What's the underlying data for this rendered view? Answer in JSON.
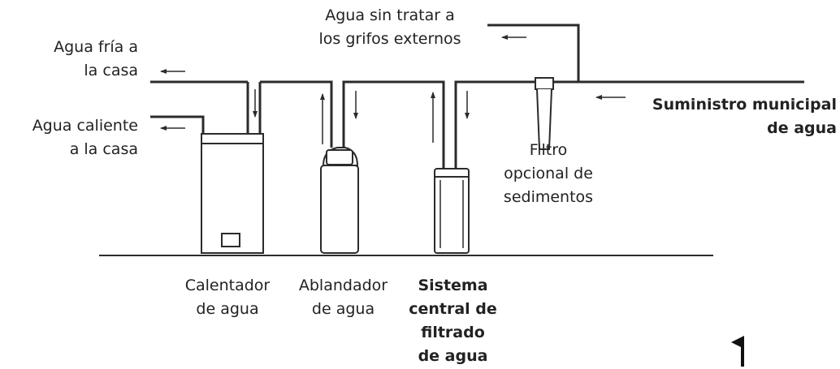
{
  "labels": {
    "cold_water_line1": "Agua fría a",
    "cold_water_line2": "la casa",
    "hot_water_line1": "Agua caliente",
    "hot_water_line2": "a la casa",
    "untreated_line1": "Agua sin tratar a",
    "untreated_line2": "los grifos externos",
    "municipal_line1": "Suministro municipal",
    "municipal_line2": "de agua",
    "sediment_line1": "Filtro",
    "sediment_line2": "opcional de",
    "sediment_line3": "sedimentos",
    "heater_line1": "Calentador",
    "heater_line2": "de agua",
    "softener_line1": "Ablandador",
    "softener_line2": "de agua",
    "central_line1": "Sistema",
    "central_line2": "central de",
    "central_line3": "filtrado",
    "central_line4": "de agua"
  },
  "colors": {
    "line": "#2b2b2b",
    "fill": "#ffffff"
  }
}
